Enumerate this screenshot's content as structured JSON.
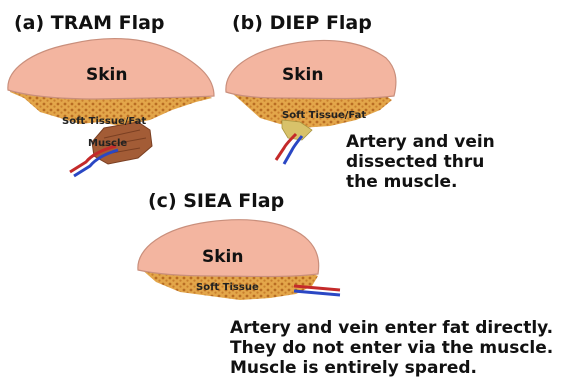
{
  "panels": {
    "tram": {
      "title": "(a) TRAM Flap",
      "skin": "Skin",
      "tissue": "Soft Tissue/Fat",
      "muscle": "Muscle"
    },
    "diep": {
      "title": "(b) DIEP Flap",
      "skin": "Skin",
      "tissue": "Soft Tissue/Fat",
      "notes": [
        "Artery and vein",
        "dissected thru",
        "the muscle."
      ]
    },
    "siea": {
      "title": "(c) SIEA Flap",
      "skin": "Skin",
      "tissue": "Soft Tissue",
      "notes": [
        "Artery and vein enter fat directly.",
        "They do not enter via the muscle.",
        "Muscle is entirely spared."
      ]
    }
  },
  "colors": {
    "skin": "#f3b5a0",
    "skin_stroke": "#c98f7c",
    "fat": "#e3a64a",
    "fat_dot": "#b86c23",
    "muscle": "#a35c36",
    "artery": "#c42a2a",
    "vein": "#2a47c4",
    "pedicle_tissue": "#d8c26a"
  }
}
